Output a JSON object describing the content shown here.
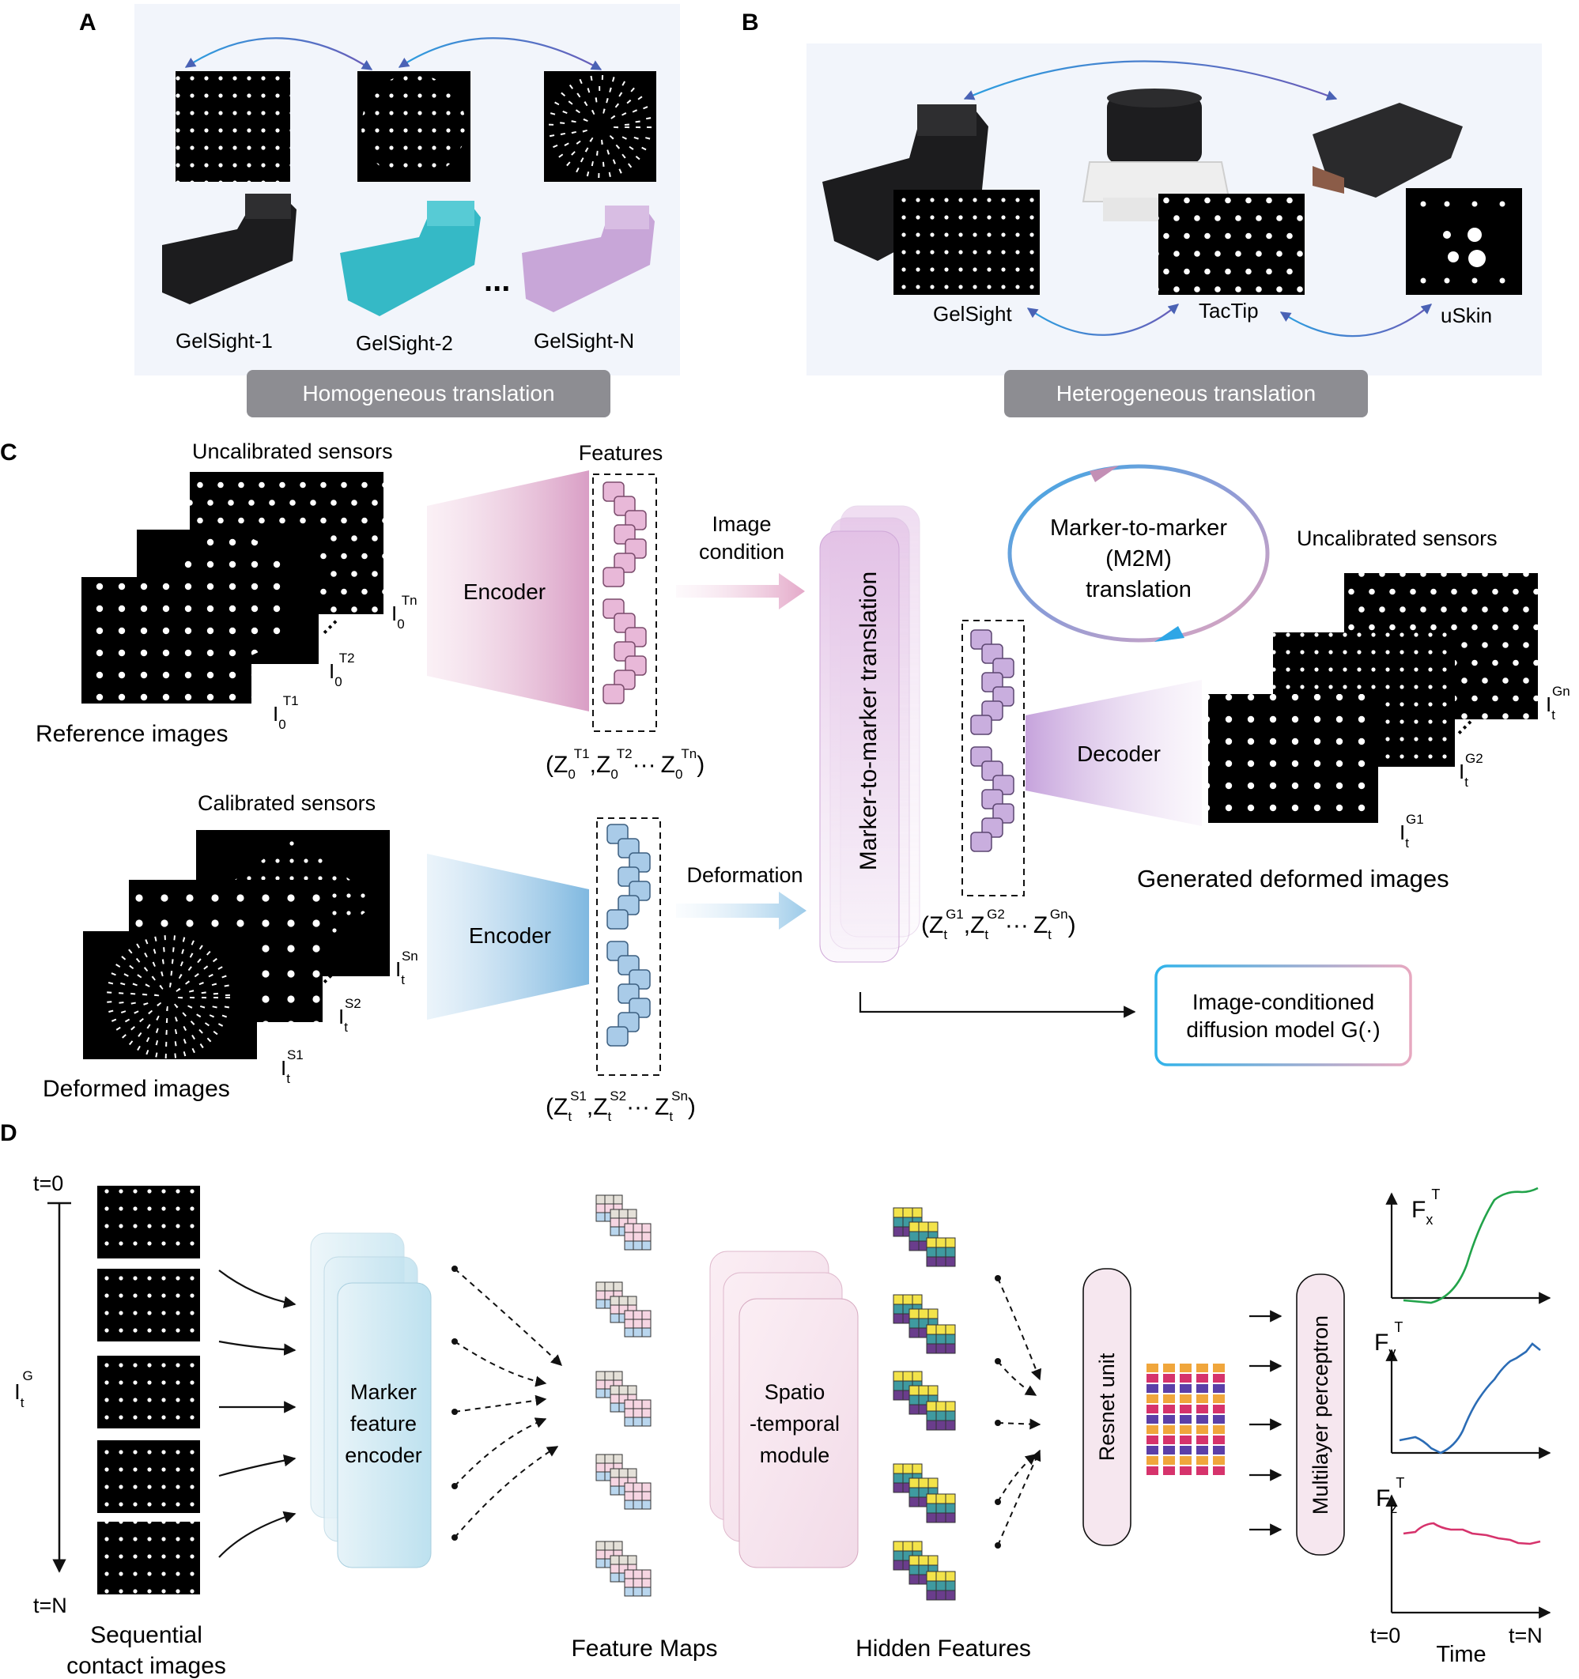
{
  "panel_a": {
    "letter": "A",
    "sensors": [
      "GelSight-1",
      "GelSight-2",
      "GelSight-N"
    ],
    "ellipsis": "...",
    "pill": "Homogeneous translation"
  },
  "panel_b": {
    "letter": "B",
    "sensors": [
      "GelSight",
      "TacTip",
      "uSkin"
    ],
    "pill": "Heterogeneous translation"
  },
  "panel_c": {
    "letter": "C",
    "uncal_title": "Uncalibrated sensors",
    "features_title": "Features",
    "ref_caption": "Reference images",
    "ref_labels": [
      {
        "base": "I",
        "sub": "0",
        "sup": "T1"
      },
      {
        "base": "I",
        "sub": "0",
        "sup": "T2"
      },
      {
        "base": "I",
        "sub": "0",
        "sup": "Tn"
      }
    ],
    "encoder_top": "Encoder",
    "image_condition": [
      "Image",
      "condition"
    ],
    "z0_set": {
      "open": "(",
      "items": [
        {
          "base": "Z",
          "sub": "0",
          "sup": "T1",
          "sep": ","
        },
        {
          "base": "Z",
          "sub": "0",
          "sup": "T2",
          "sep": "···"
        },
        {
          "base": "Z",
          "sub": "0",
          "sup": "Tn",
          "sep": ""
        }
      ],
      "close": ")"
    },
    "cal_title": "Calibrated sensors",
    "def_caption": "Deformed images",
    "def_labels": [
      {
        "base": "I",
        "sub": "t",
        "sup": "S1"
      },
      {
        "base": "I",
        "sub": "t",
        "sup": "S2"
      },
      {
        "base": "I",
        "sub": "t",
        "sup": "Sn"
      }
    ],
    "encoder_bottom": "Encoder",
    "deformation": "Deformation",
    "zt_set": {
      "open": "(",
      "items": [
        {
          "base": "Z",
          "sub": "t",
          "sup": "S1",
          "sep": ","
        },
        {
          "base": "Z",
          "sub": "t",
          "sup": "S2",
          "sep": "···"
        },
        {
          "base": "Z",
          "sub": "t",
          "sup": "Sn",
          "sep": ""
        }
      ],
      "close": ")"
    },
    "m2m_block": "Marker-to-marker translation",
    "zg_set": {
      "open": "(",
      "items": [
        {
          "base": "Z",
          "sub": "t",
          "sup": "G1",
          "sep": ","
        },
        {
          "base": "Z",
          "sub": "t",
          "sup": "G2",
          "sep": "···"
        },
        {
          "base": "Z",
          "sub": "t",
          "sup": "Gn",
          "sep": ""
        }
      ],
      "close": ")"
    },
    "m2m_cycle": [
      "Marker-to-marker",
      "(M2M)",
      "translation"
    ],
    "decoder": "Decoder",
    "gen_title": "Uncalibrated sensors",
    "gen_caption": "Generated deformed images",
    "gen_labels": [
      {
        "base": "I",
        "sub": "t",
        "sup": "G1"
      },
      {
        "base": "I",
        "sub": "t",
        "sup": "G2"
      },
      {
        "base": "I",
        "sub": "t",
        "sup": "Gn"
      }
    ],
    "diffusion": [
      "Image-conditioned",
      "diffusion model G(·)"
    ]
  },
  "panel_d": {
    "letter": "D",
    "t0": "t=0",
    "tN": "t=N",
    "input_label": {
      "base": "I",
      "sub": "t",
      "sup": "G"
    },
    "seq_caption": [
      "Sequential",
      "contact images"
    ],
    "encoder": [
      "Marker",
      "feature",
      "encoder"
    ],
    "feature_maps": "Feature Maps",
    "spatio": [
      "Spatio",
      "-temporal",
      "module"
    ],
    "hidden": "Hidden Features",
    "resnet": "Resnet unit",
    "mlp": "Multilayer perceptron",
    "forces": [
      {
        "base": "F",
        "sub": "x",
        "sup": "T",
        "color": "#22a34a"
      },
      {
        "base": "F",
        "sub": "y",
        "sup": "T",
        "color": "#2b6cb5"
      },
      {
        "base": "F",
        "sub": "z",
        "sup": "T",
        "color": "#d6336c"
      }
    ],
    "axis_t0": "t=0",
    "axis_tN": "t=N",
    "axis_time": "Time"
  },
  "colors": {
    "pink": "#e8b8d8",
    "purple": "#c9aede",
    "blue": "#a9cbe8",
    "teal": "#35b9c6",
    "pill": "#8d8d92",
    "diffusion_border": "#3ab3e6"
  }
}
